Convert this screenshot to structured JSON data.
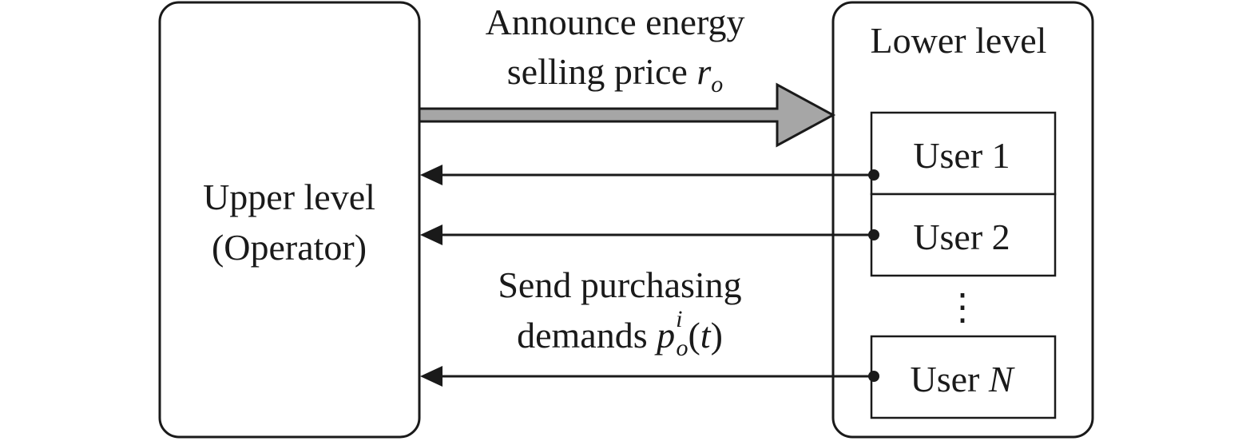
{
  "upper_box": {
    "line1": "Upper level",
    "line2": "(Operator)"
  },
  "lower_box": {
    "title": "Lower level",
    "users": [
      {
        "prefix": "User ",
        "suffix": "1"
      },
      {
        "prefix": "User ",
        "suffix": "2"
      },
      {
        "prefix": "User ",
        "suffix": "N"
      }
    ],
    "ellipsis": "⋮"
  },
  "top_message": {
    "line1": "Announce energy",
    "line2_text": "selling price ",
    "line2_symbol": "r",
    "line2_sub": "o"
  },
  "bottom_message": {
    "line1": "Send purchasing",
    "line2_text": "demands ",
    "line2_symbol": "p",
    "line2_sub": "o",
    "line2_sup": "i",
    "line2_tail_open": "(",
    "line2_tail_var": "t",
    "line2_tail_close": ")"
  },
  "colors": {
    "stroke": "#1a1a1a",
    "thick_arrow_fill": "#a6a6a6"
  }
}
